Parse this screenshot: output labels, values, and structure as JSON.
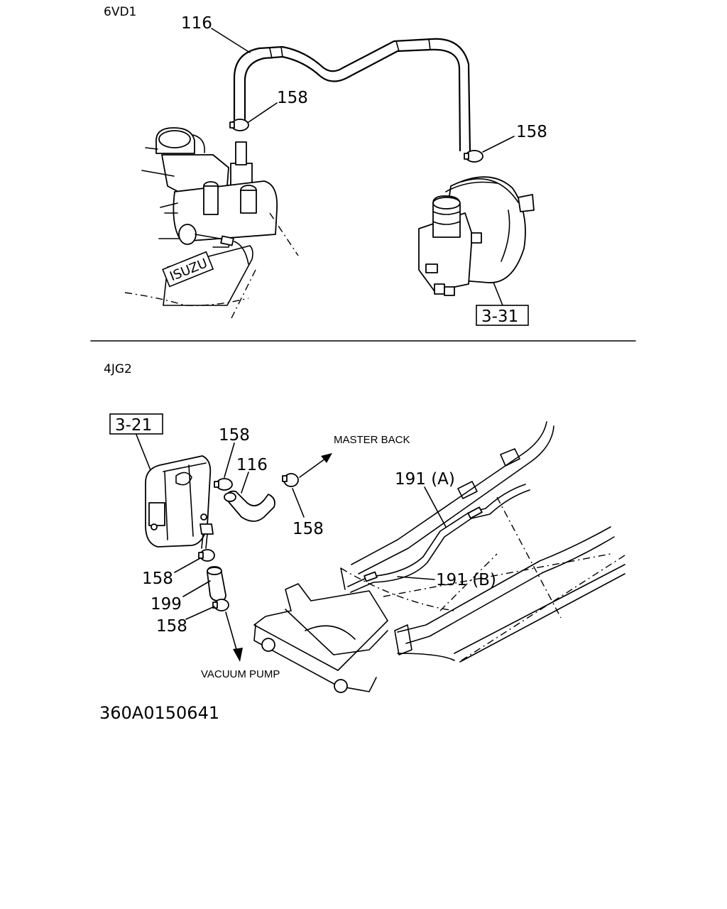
{
  "sections": {
    "top_engine": "6VD1",
    "bottom_engine": "4JG2"
  },
  "callouts": {
    "top_hose": "116",
    "top_clip_left": "158",
    "top_clip_right": "158",
    "ref_booster": "3-31",
    "ref_pump": "3-21",
    "bot_clip_a": "158",
    "bot_hose": "116",
    "bot_clip_b": "158",
    "bot_clip_c": "158",
    "bot_tube": "199",
    "bot_clip_d": "158",
    "pipe_a": "191 (A)",
    "pipe_b": "191 (B)",
    "engine_badge": "ISUZU"
  },
  "directions": {
    "master_back": "MASTER BACK",
    "vacuum_pump": "VACUUM PUMP"
  },
  "footer": {
    "drawing_code": "360A0150641"
  }
}
